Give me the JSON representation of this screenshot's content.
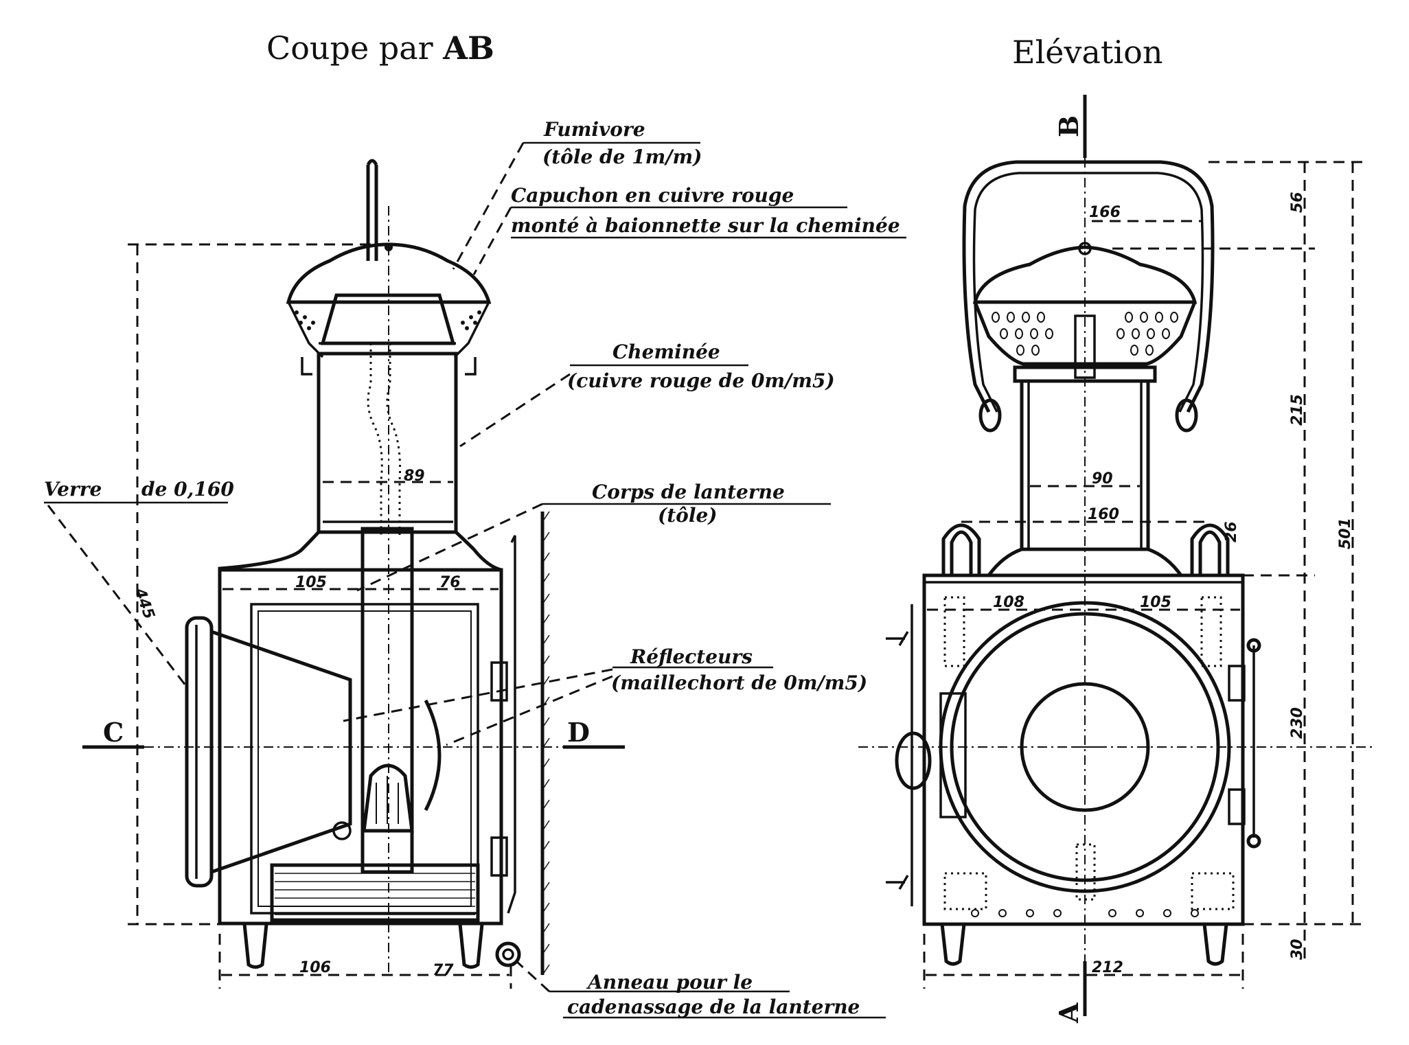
{
  "titles": {
    "left": "Coupe par",
    "left_bold": "AB",
    "right": "Elévation"
  },
  "section_markers": {
    "A": "A",
    "B": "B",
    "C": "C",
    "D": "D"
  },
  "annotations": {
    "fumivore": "Fumivore",
    "fumivore_sub": "(tôle de 1m/m)",
    "capuchon_1": "Capuchon en cuivre rouge",
    "capuchon_2": "monté à baionnette sur la cheminée",
    "cheminee": "Cheminée",
    "cheminee_sub": "(cuivre rouge de 0m/m5)",
    "verre": "Verre",
    "verre_dim": "de 0,160",
    "corps": "Corps de lanterne",
    "corps_sub": "(tôle)",
    "reflecteurs": "Réflecteurs",
    "reflecteurs_sub": "(maillechort de 0m/m5)",
    "anneau_1": "Anneau pour le",
    "anneau_2": "cadenassage de la lanterne"
  },
  "dimensions_section": {
    "height_total": "445",
    "chimney_width": "89",
    "left_half": "105",
    "right_half": "76",
    "base_left": "106",
    "base_right": "77"
  },
  "dimensions_elevation": {
    "handle_width": "166",
    "chimney_width": "90",
    "lugs_span": "160",
    "lug_height": "26",
    "left_half": "108",
    "right_half": "105",
    "base_width": "212",
    "h_handle": "56",
    "h_chimney": "215",
    "h_body": "230",
    "h_feet": "30",
    "h_total": "501"
  }
}
